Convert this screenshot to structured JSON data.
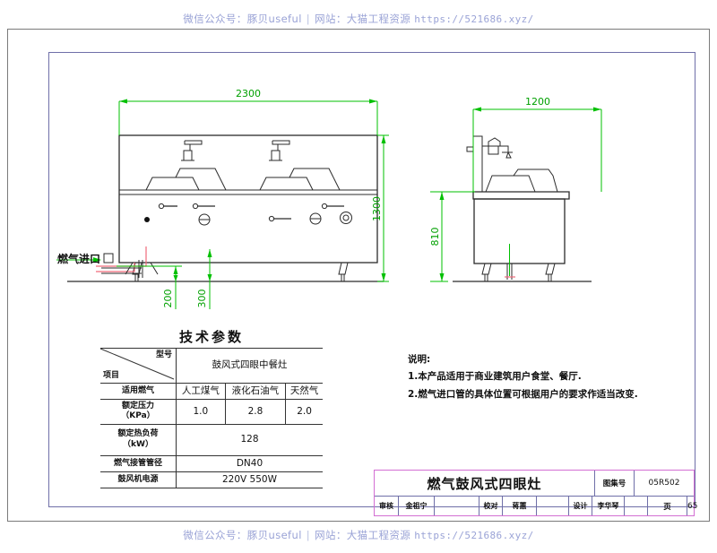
{
  "watermark": {
    "prefix": "微信公众号：",
    "account": "豚贝useful",
    "separator": "|",
    "site_label": "网站：",
    "site_name": "大猫工程资源",
    "url": "https://521686.xyz/"
  },
  "drawing": {
    "gas_inlet_label": "燃气进口",
    "front_view": {
      "width_dim": "2300",
      "height_dim": "1300",
      "offset_dim_1": "200",
      "offset_dim_2": "300"
    },
    "side_view": {
      "depth_dim": "1200",
      "height_dim": "810"
    }
  },
  "params_table": {
    "title": "技术参数",
    "header_model": "型号",
    "header_item": "项目",
    "model_name": "鼓风式四眼中餐灶",
    "rows": [
      {
        "label": "适用燃气",
        "cells": [
          "人工煤气",
          "液化石油气",
          "天然气"
        ]
      },
      {
        "label": "额定压力\n（KPa）",
        "cells": [
          "1.0",
          "2.8",
          "2.0"
        ]
      },
      {
        "label": "额定热负荷\n（kW）",
        "cells": [
          "128"
        ]
      },
      {
        "label": "燃气接管管径",
        "cells": [
          "DN40"
        ]
      },
      {
        "label": "鼓风机电源",
        "cells": [
          "220V     550W"
        ]
      }
    ],
    "row0_label": "适用燃气",
    "row0_c0": "人工煤气",
    "row0_c1": "液化石油气",
    "row0_c2": "天然气",
    "row1_l1": "额定压力",
    "row1_l2": "（KPa）",
    "row1_c0": "1.0",
    "row1_c1": "2.8",
    "row1_c2": "2.0",
    "row2_l1": "额定热负荷",
    "row2_l2": "（kW）",
    "row2_c0": "128",
    "row3_label": "燃气接管管径",
    "row3_c0": "DN40",
    "row4_label": "鼓风机电源",
    "row4_c0": "220V     550W"
  },
  "notes": {
    "heading": "说明:",
    "line1": "1.本产品适用于商业建筑用户食堂、餐厅.",
    "line2": "2.燃气进口管的具体位置可根据用户的要求作适当改变."
  },
  "title_block": {
    "drawing_name": "燃气鼓风式四眼灶",
    "atlas_key": "图集号",
    "atlas_value": "05R502",
    "page_key": "页",
    "page_value": "65",
    "review_key": "审核",
    "review_name": "金祖宁",
    "check_key": "校对",
    "check_name": "蒋蕙",
    "design_key": "设计",
    "design_name": "李华琴"
  },
  "colors": {
    "dimension_green": "#00c000",
    "pipe_red": "#f06a7a",
    "inner_frame": "#6f6fa8",
    "title_block_border": "#d36fd3",
    "watermark": "#9aa3d6"
  }
}
